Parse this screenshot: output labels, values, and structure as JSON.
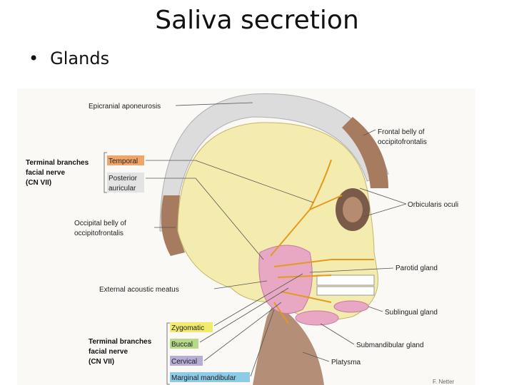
{
  "slide": {
    "title": "Saliva secretion",
    "bullet": "Glands"
  },
  "figure": {
    "labels": {
      "epicranial": "Epicranial aponeurosis",
      "frontal_belly_1": "Frontal belly of",
      "frontal_belly_2": "occipitofrontalis",
      "terminal_top_1": "Terminal branches",
      "terminal_top_2": "facial nerve",
      "terminal_top_3": "(CN VII)",
      "temporal": "Temporal",
      "posterior_1": "Posterior",
      "posterior_2": "auricular",
      "orbicularis": "Orbicularis oculi",
      "occipital_belly_1": "Occipital belly of",
      "occipital_belly_2": "occipitofrontalis",
      "parotid": "Parotid gland",
      "external_acoustic": "External acoustic meatus",
      "sublingual": "Sublingual gland",
      "zygomatic": "Zygomatic",
      "terminal_bottom_1": "Terminal branches",
      "terminal_bottom_2": "facial nerve",
      "terminal_bottom_3": "(CN VII)",
      "buccal": "Buccal",
      "submandibular": "Submandibular gland",
      "cervical": "Cervical",
      "platysma": "Platysma",
      "marginal": "Marginal mandibular",
      "signature": "F. Netter"
    },
    "colors": {
      "skull": "#f4ecae",
      "muscle": "#a77b5f",
      "aponeurosis": "#dcdcdc",
      "gland": "#e8a8c4",
      "nerve": "#e39a1d",
      "temporal_tag": "#f0a56a",
      "zygomatic_tag": "#f2ea6a",
      "buccal_tag": "#b6d98a",
      "cervical_tag": "#b7aed6",
      "marginal_tag": "#8ecbe6"
    }
  }
}
